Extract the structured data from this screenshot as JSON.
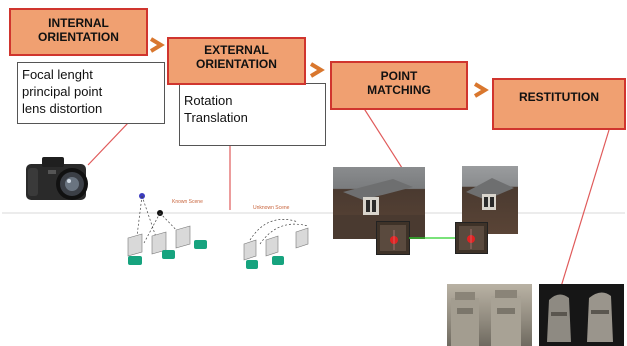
{
  "steps": {
    "internal": {
      "line1": "INTERNAL",
      "line2": "ORIENTATION",
      "desc": [
        "Focal lenght",
        "principal point",
        "lens distortion"
      ]
    },
    "external": {
      "line1": "EXTERNAL",
      "line2": "ORIENTATION",
      "desc": [
        "Rotation",
        "Translation"
      ]
    },
    "matching": {
      "line1": "POINT",
      "line2": "MATCHING"
    },
    "restitution": {
      "line1": "RESTITUTION"
    }
  },
  "figures": {
    "known_scene_label": "Known Scene",
    "unknown_scene_label": "Unknown Scene"
  },
  "colors": {
    "box_fill": "#f0a071",
    "box_border": "#d0352e",
    "connector": "#e05a5a",
    "chevron": "#d9772e",
    "match_line": "#2bd12b"
  },
  "icons": [
    "camera-icon",
    "chevron-right-icon"
  ]
}
